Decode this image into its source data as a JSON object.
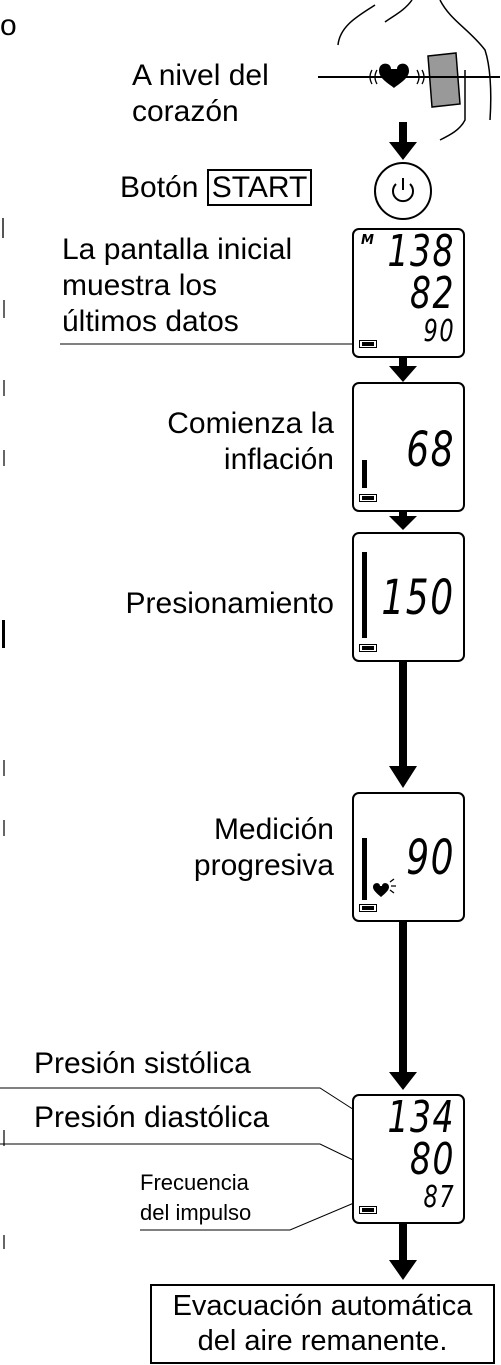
{
  "header_fragment": "o",
  "steps": {
    "heart_level": "A nivel del corazón",
    "heart_level_l1": "A nivel del",
    "heart_level_l2": "corazón",
    "start_prefix": "Botón",
    "start_key": "START",
    "initial_l1": "La pantalla inicial",
    "initial_l2": "muestra los",
    "initial_l3": "últimos datos",
    "inflation_l1": "Comienza la",
    "inflation_l2": "inflación",
    "pressurizing": "Presionamiento",
    "measure_l1": "Medición",
    "measure_l2": "progresiva",
    "systolic": "Presión sistólica",
    "diastolic": "Presión diastólica",
    "pulse_l1": "Frecuencia",
    "pulse_l2": "del impulso",
    "exhaust_l1": "Evacuación automática",
    "exhaust_l2": "del aire remanente."
  },
  "displays": {
    "initial": {
      "memory_icon": "M",
      "sys": "138",
      "dia": "82",
      "pulse": "90"
    },
    "inflation": {
      "value": "68"
    },
    "pressurizing": {
      "value": "150"
    },
    "measuring": {
      "value": "90"
    },
    "result": {
      "sys": "134",
      "dia": "80",
      "pulse": "87"
    }
  },
  "icons": [
    "power-icon",
    "heart-icon",
    "battery-icon",
    "cuff-icon",
    "arrow-down-icon"
  ]
}
